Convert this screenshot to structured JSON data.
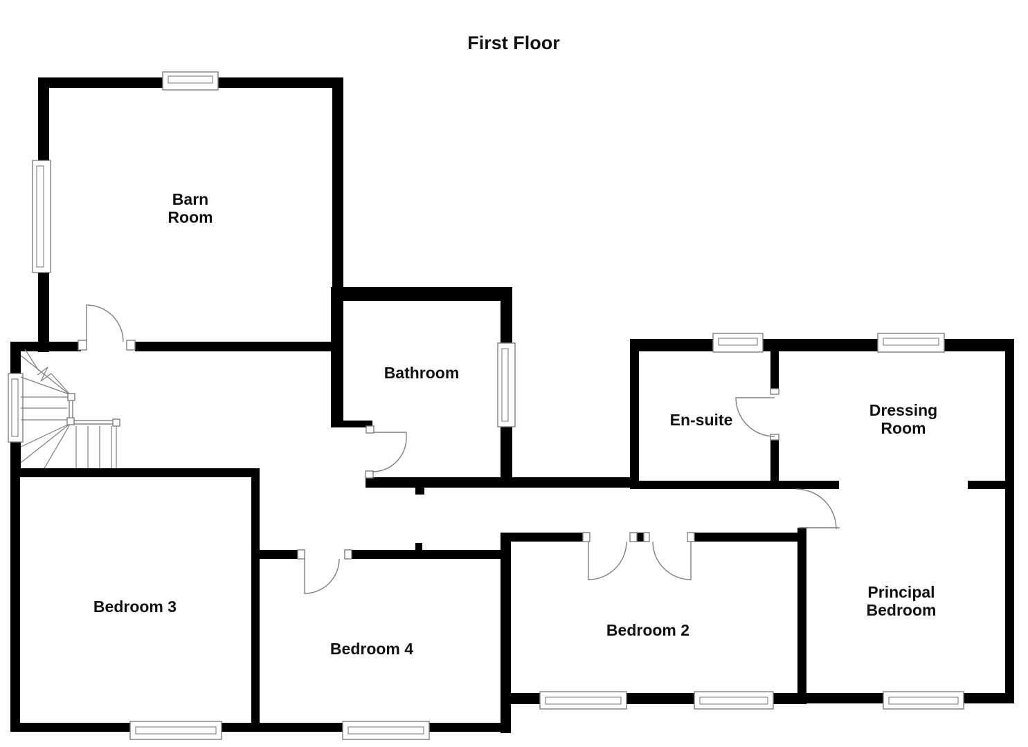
{
  "title": "First Floor",
  "colors": {
    "wall": "#000000",
    "bg": "#ffffff",
    "line": "#7d7d7d",
    "text": "#111111"
  },
  "rooms": [
    {
      "id": "barn-room",
      "name": "Barn Room",
      "lines": [
        "Barn",
        "Room"
      ]
    },
    {
      "id": "bathroom",
      "name": "Bathroom",
      "lines": [
        "Bathroom"
      ]
    },
    {
      "id": "en-suite",
      "name": "En-suite",
      "lines": [
        "En-suite"
      ]
    },
    {
      "id": "dressing-room",
      "name": "Dressing Room",
      "lines": [
        "Dressing",
        "Room"
      ]
    },
    {
      "id": "bedroom-3",
      "name": "Bedroom 3",
      "lines": [
        "Bedroom 3"
      ]
    },
    {
      "id": "bedroom-4",
      "name": "Bedroom 4",
      "lines": [
        "Bedroom 4"
      ]
    },
    {
      "id": "bedroom-2",
      "name": "Bedroom 2",
      "lines": [
        "Bedroom 2"
      ]
    },
    {
      "id": "principal-bedroom",
      "name": "Principal Bedroom",
      "lines": [
        "Principal",
        "Bedroom"
      ]
    }
  ]
}
